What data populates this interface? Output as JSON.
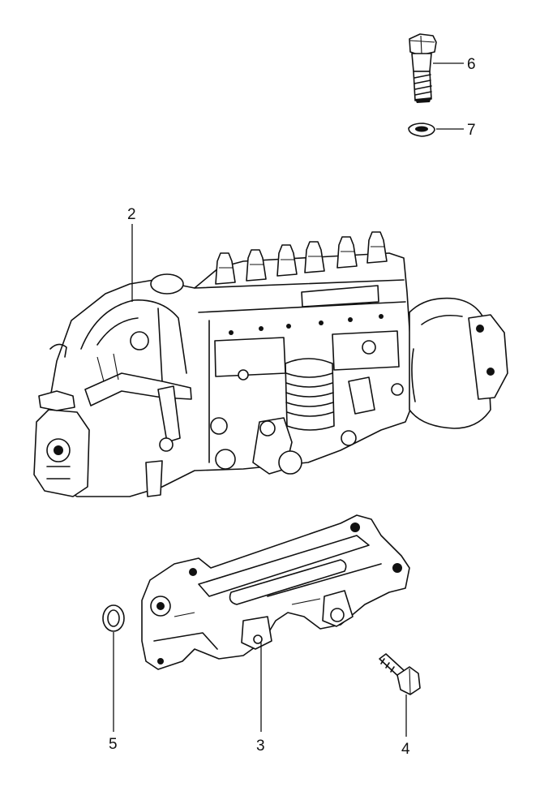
{
  "callouts": {
    "part_2": "2",
    "part_3": "3",
    "part_4": "4",
    "part_5": "5",
    "part_6": "6",
    "part_7": "7"
  }
}
